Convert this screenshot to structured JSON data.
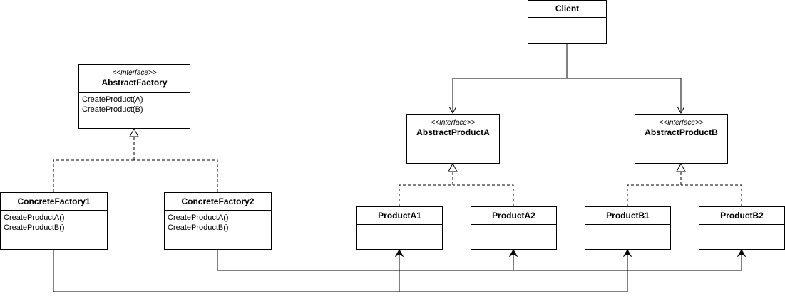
{
  "diagram": {
    "client": {
      "name": "Client"
    },
    "abstract_factory": {
      "stereotype": "<<Interface>>",
      "name": "AbstractFactory",
      "methods": [
        "CreateProduct(A)",
        "CreateProduct(B)"
      ]
    },
    "concrete_factory_1": {
      "name": "ConcreteFactory1",
      "methods": [
        "CreateProductA()",
        "CreateProductB()"
      ]
    },
    "concrete_factory_2": {
      "name": "ConcreteFactory2",
      "methods": [
        "CreateProductA()",
        "CreateProductB()"
      ]
    },
    "abstract_product_a": {
      "stereotype": "<<Interface>>",
      "name": "AbstractProductA"
    },
    "abstract_product_b": {
      "stereotype": "<<Interface>>",
      "name": "AbstractProductB"
    },
    "product_a1": {
      "name": "ProductA1"
    },
    "product_a2": {
      "name": "ProductA2"
    },
    "product_b1": {
      "name": "ProductB1"
    },
    "product_b2": {
      "name": "ProductB2"
    }
  }
}
